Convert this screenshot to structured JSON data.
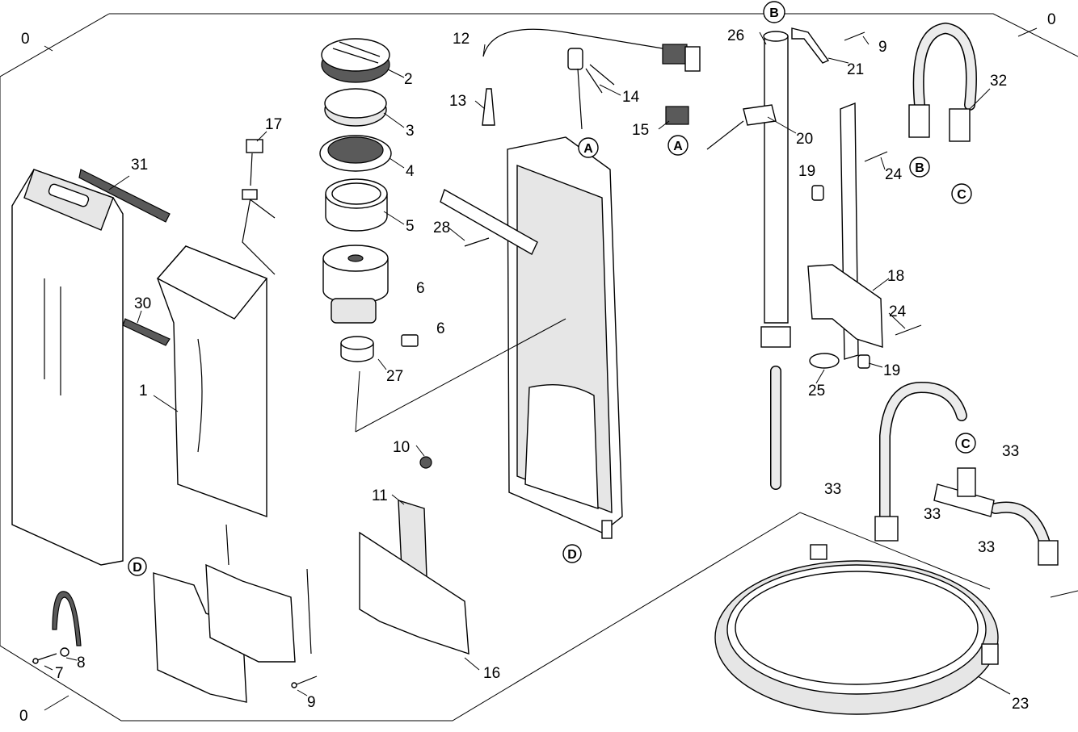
{
  "labels": {
    "l0a": "0",
    "l0b": "0",
    "l0c": "0",
    "l1": "1",
    "l2": "2",
    "l3": "3",
    "l4": "4",
    "l5": "5",
    "l6a": "6",
    "l6b": "6",
    "l7": "7",
    "l8": "8",
    "l9a": "9",
    "l9b": "9",
    "l10": "10",
    "l11": "11",
    "l12": "12",
    "l13": "13",
    "l14": "14",
    "l15": "15",
    "l16": "16",
    "l17": "17",
    "l18": "18",
    "l19a": "19",
    "l19b": "19",
    "l20": "20",
    "l21": "21",
    "l23": "23",
    "l24a": "24",
    "l24b": "24",
    "l25": "25",
    "l26": "26",
    "l27": "27",
    "l28": "28",
    "l30": "30",
    "l31": "31",
    "l32": "32",
    "l33a": "33",
    "l33b": "33",
    "l33c": "33",
    "l33d": "33"
  },
  "connectors": {
    "a1": "A",
    "a2": "A",
    "b1": "B",
    "b2": "B",
    "c1": "C",
    "c2": "C",
    "d1": "D",
    "d2": "D"
  }
}
